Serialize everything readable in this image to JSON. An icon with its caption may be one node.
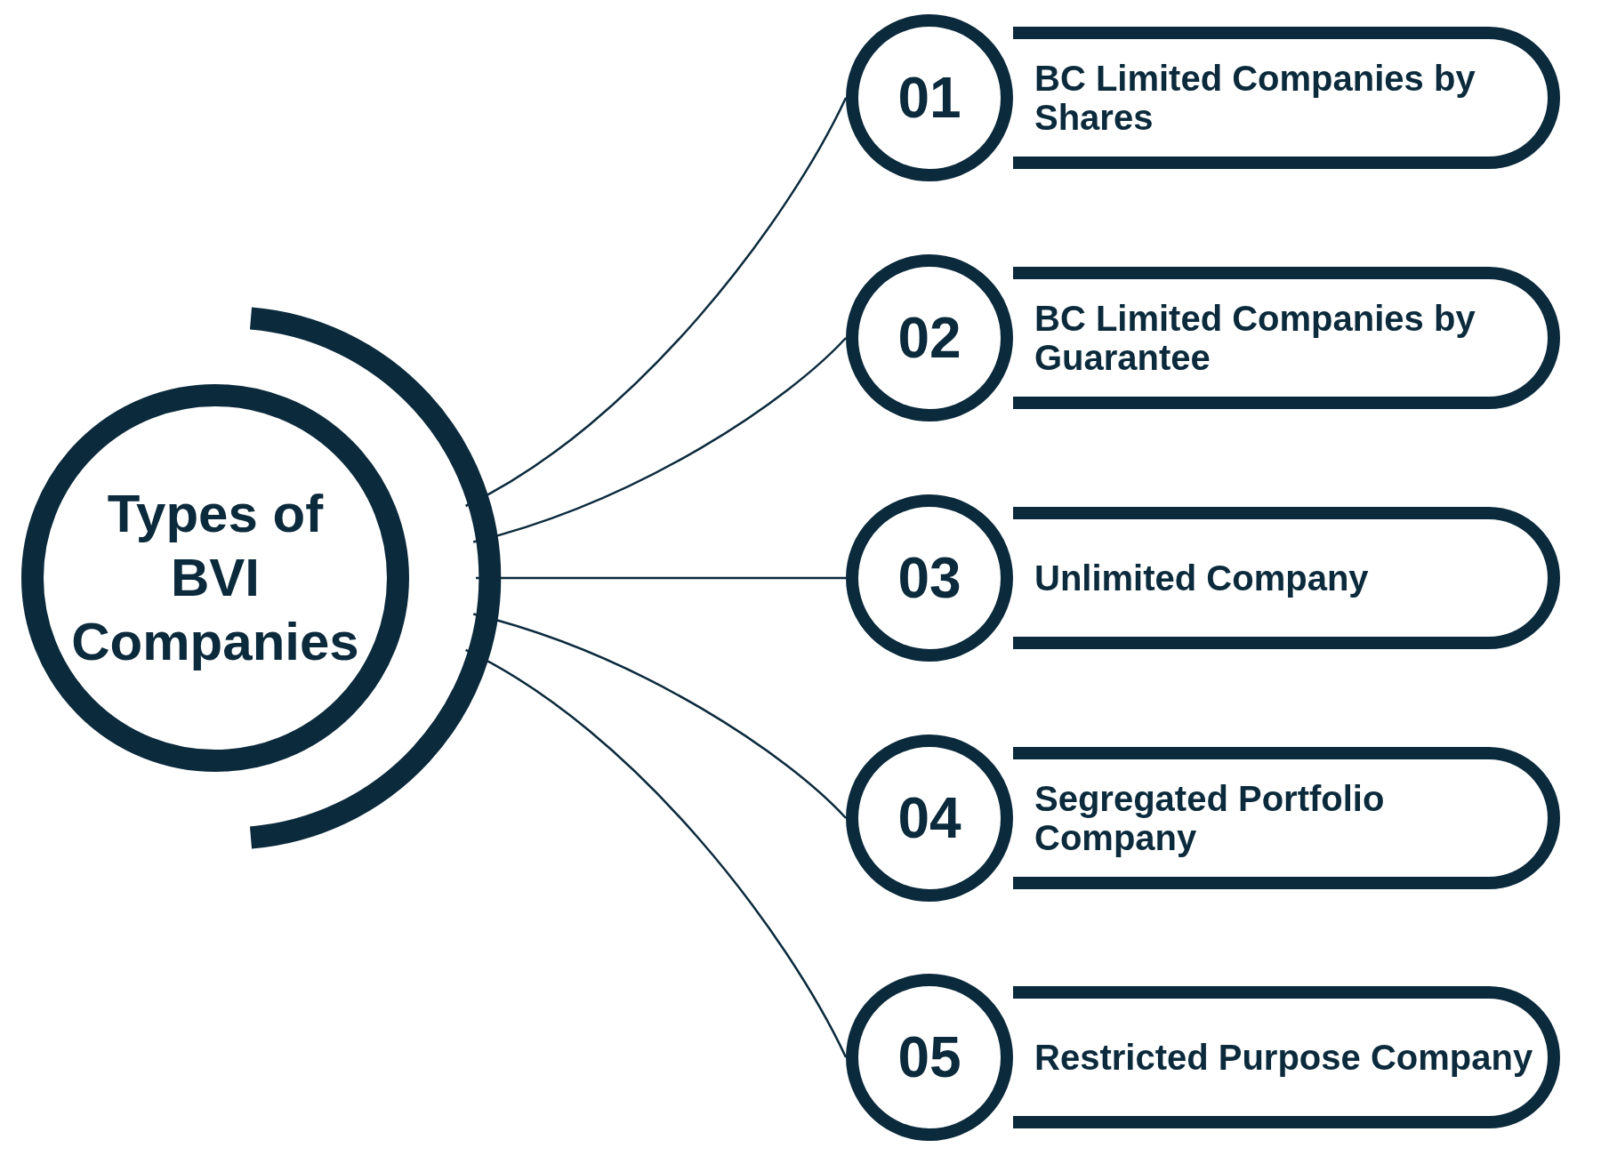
{
  "diagram": {
    "nodes": [
      {
        "text": [
          "Types of BVI Companies"
        ]
      },
      {
        "text": [
          "01"
        ]
      },
      {
        "text": [
          "BC Limited Companies by Shares"
        ]
      },
      {
        "text": [
          "02"
        ]
      },
      {
        "text": [
          "BC Limited Companies by Guarantee"
        ]
      },
      {
        "text": [
          "03"
        ]
      },
      {
        "text": [
          "Unlimited Company"
        ]
      },
      {
        "text": [
          "04"
        ]
      },
      {
        "text": [
          "Segregated Portfolio Company"
        ]
      },
      {
        "text": [
          "05"
        ]
      },
      {
        "text": [
          "Restricted Purpose Company"
        ]
      }
    ],
    "edges": [
      {
        "from": 0,
        "to": 1,
        "arrow": "none"
      },
      {
        "from": 0,
        "to": 3,
        "arrow": "none"
      },
      {
        "from": 0,
        "to": 5,
        "arrow": "none"
      },
      {
        "from": 0,
        "to": 7,
        "arrow": "none"
      },
      {
        "from": 0,
        "to": 9,
        "arrow": "none"
      }
    ]
  }
}
